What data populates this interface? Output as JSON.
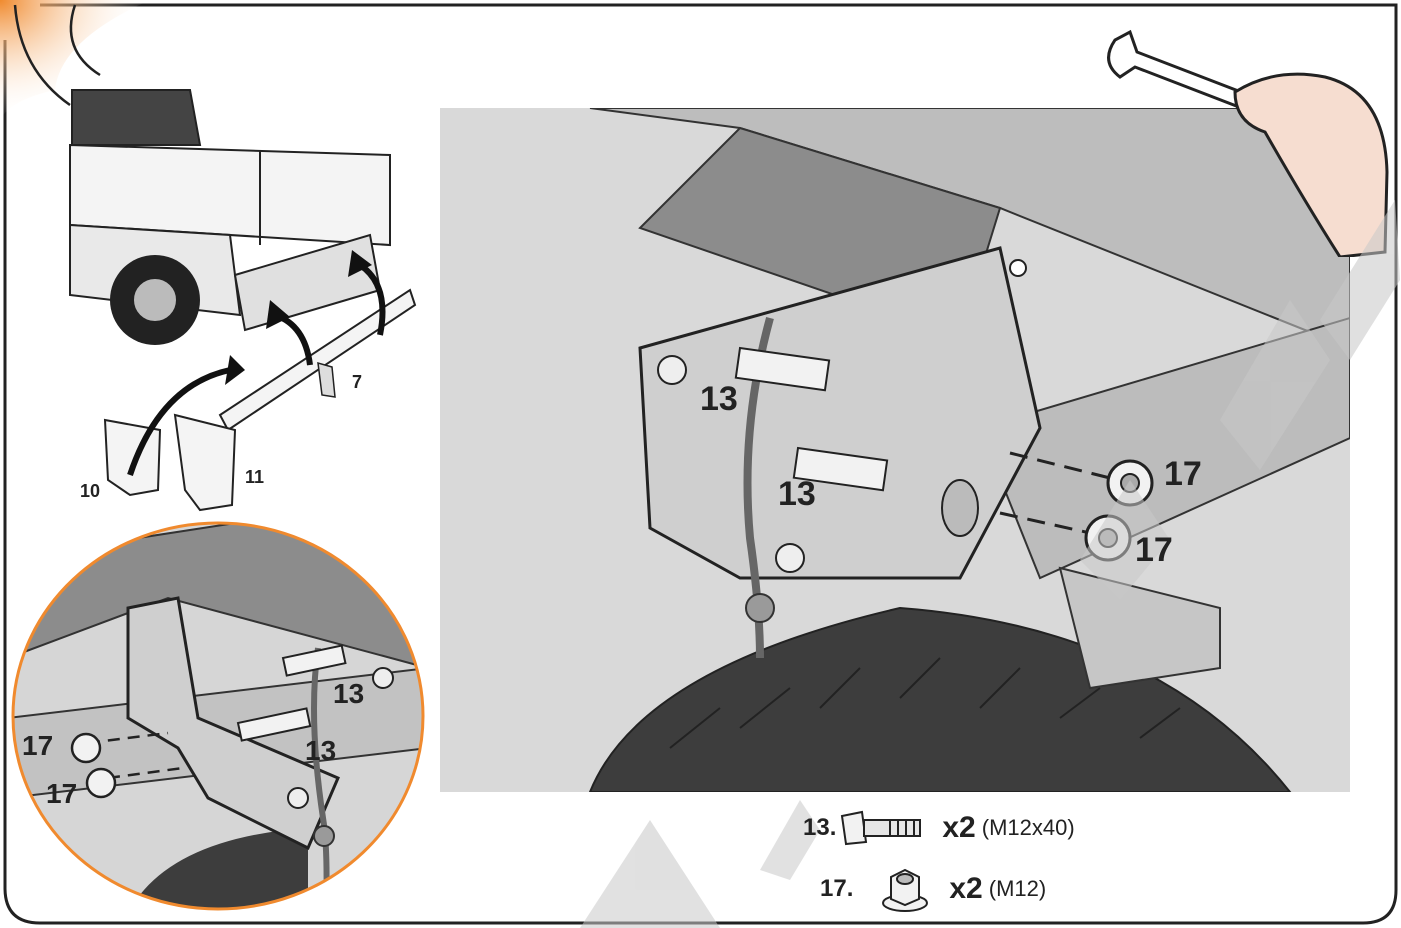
{
  "callouts": {
    "part_7": "7",
    "part_10": "10",
    "part_11": "11",
    "main_13a": "13",
    "main_13b": "13",
    "main_17a": "17",
    "main_17b": "17",
    "detail_13a": "13",
    "detail_13b": "13",
    "detail_17a": "17",
    "detail_17b": "17"
  },
  "parts_list": [
    {
      "number": "13.",
      "qty": "x2",
      "spec": "(M12x40)",
      "icon": "bolt-icon"
    },
    {
      "number": "17.",
      "qty": "x2",
      "spec": "(M12)",
      "icon": "flange-nut-icon"
    }
  ],
  "colors": {
    "accent_orange": "#f08a2e",
    "panel_gray": "#d9d9d9",
    "watermark_gray": "#c8c8c8",
    "line": "#333333"
  },
  "icons": [
    "wrench-hand-icon",
    "truck-illustration",
    "curved-arrow-icon"
  ]
}
